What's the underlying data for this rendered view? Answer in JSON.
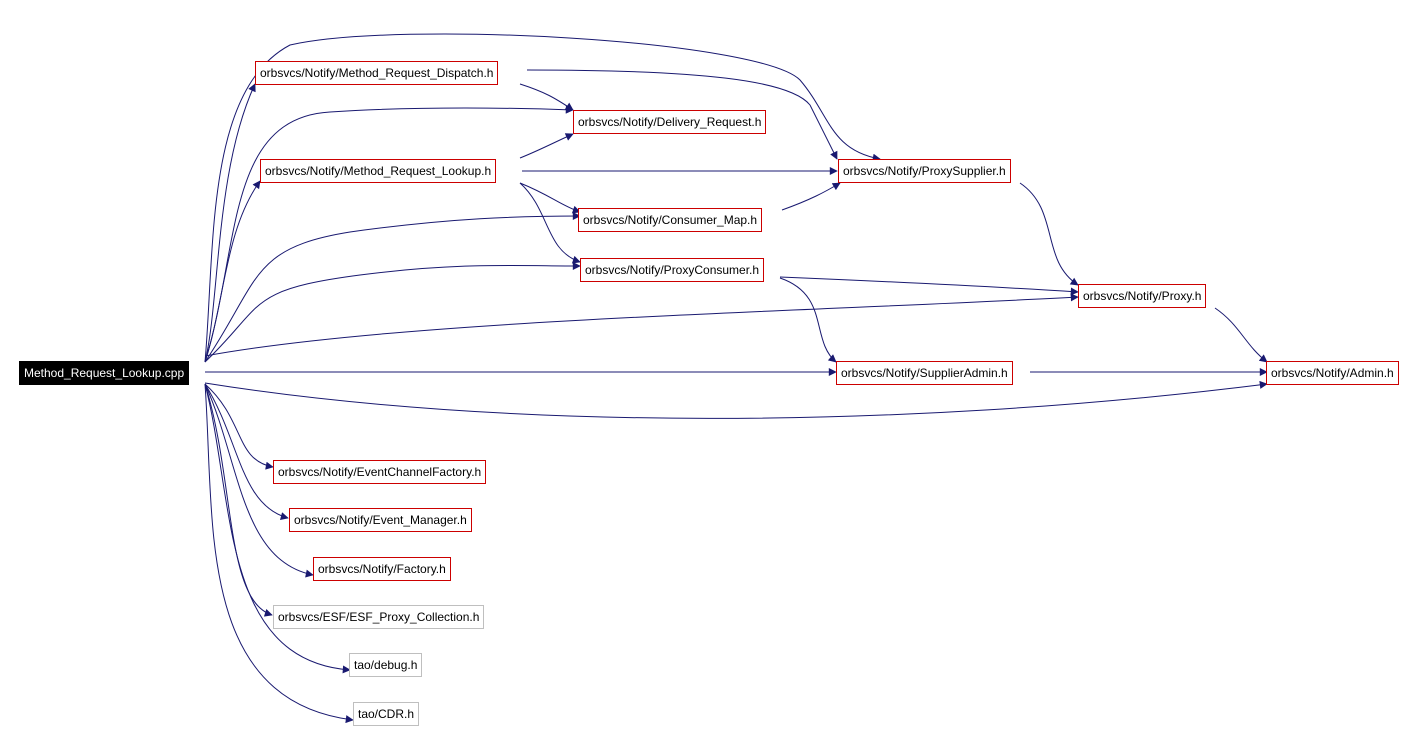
{
  "colors": {
    "edge": "#191970",
    "linked_border": "#cc0000",
    "plain_border": "#bfbfbf",
    "root_fill": "#000000",
    "root_text": "#ffffff"
  },
  "nodes": {
    "root": {
      "label": "Method_Request_Lookup.cpp"
    },
    "dispatch": {
      "label": "orbsvcs/Notify/Method_Request_Dispatch.h"
    },
    "delivery": {
      "label": "orbsvcs/Notify/Delivery_Request.h"
    },
    "lookup": {
      "label": "orbsvcs/Notify/Method_Request_Lookup.h"
    },
    "proxysupplier": {
      "label": "orbsvcs/Notify/ProxySupplier.h"
    },
    "consumermap": {
      "label": "orbsvcs/Notify/Consumer_Map.h"
    },
    "proxyconsumer": {
      "label": "orbsvcs/Notify/ProxyConsumer.h"
    },
    "proxy": {
      "label": "orbsvcs/Notify/Proxy.h"
    },
    "supplieradmin": {
      "label": "orbsvcs/Notify/SupplierAdmin.h"
    },
    "admin": {
      "label": "orbsvcs/Notify/Admin.h"
    },
    "ecfactory": {
      "label": "orbsvcs/Notify/EventChannelFactory.h"
    },
    "eventmanager": {
      "label": "orbsvcs/Notify/Event_Manager.h"
    },
    "factory": {
      "label": "orbsvcs/Notify/Factory.h"
    },
    "esfcollection": {
      "label": "orbsvcs/ESF/ESF_Proxy_Collection.h"
    },
    "debug": {
      "label": "tao/debug.h"
    },
    "cdr": {
      "label": "tao/CDR.h"
    }
  }
}
